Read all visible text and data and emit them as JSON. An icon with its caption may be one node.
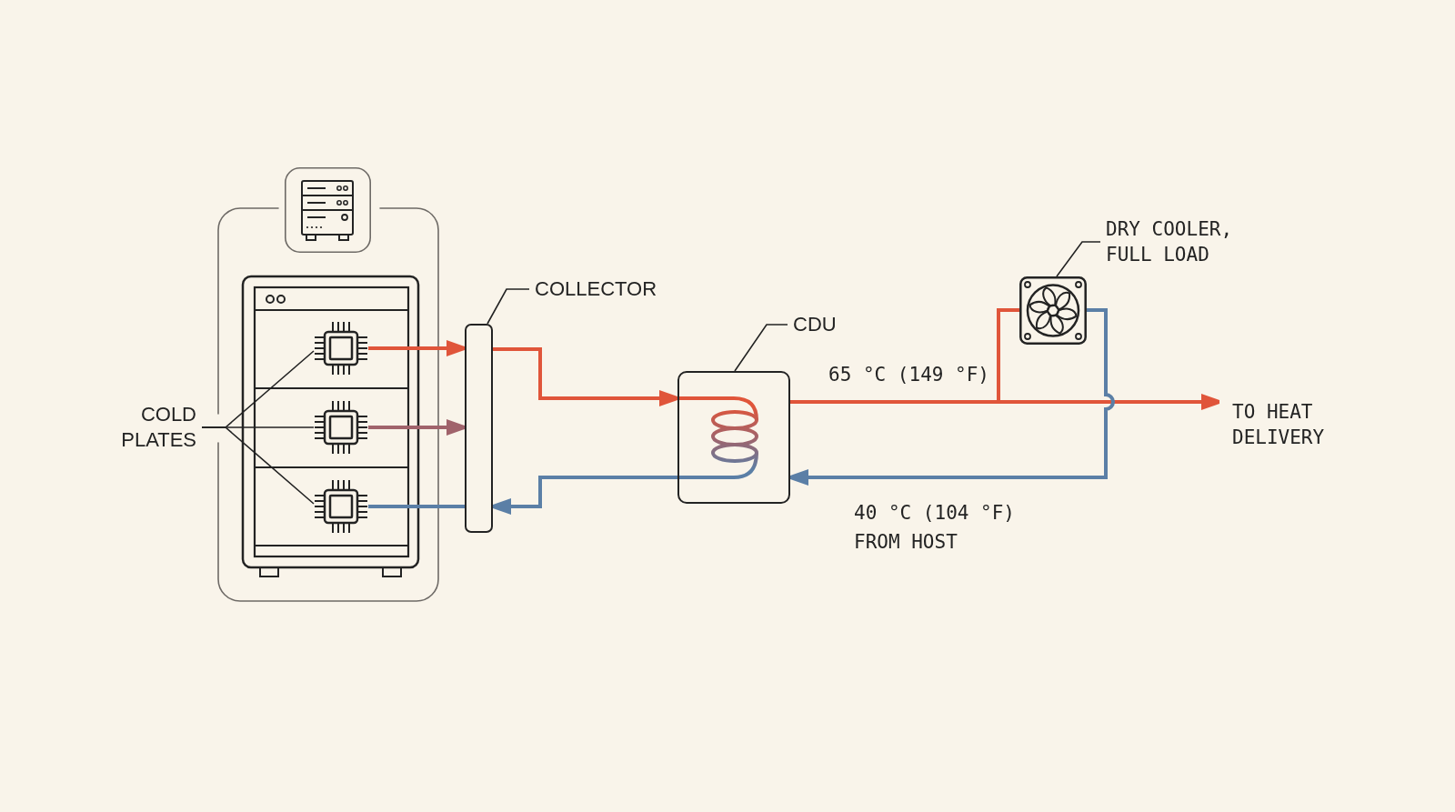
{
  "diagram": {
    "nodes": [
      {
        "text": [
          "COLD PLATES"
        ]
      },
      {
        "text": [],
        "shape": "picture"
      },
      {
        "text": [],
        "shape": "picture"
      },
      {
        "text": [],
        "shape": "picture"
      },
      {
        "text": [],
        "shape": "bar"
      },
      {
        "text": [
          "COLLECTOR"
        ]
      },
      {
        "text": [],
        "shape": "box"
      },
      {
        "text": [
          "CDU"
        ]
      },
      {
        "text": [],
        "shape": "picture"
      },
      {
        "text": [
          "DRY COOLER, FULL LOAD"
        ]
      },
      {
        "text": [
          "TO HEAT DELIVERY"
        ]
      }
    ],
    "edges": [
      {
        "from": 1,
        "to": 4,
        "arrow": "to",
        "color": "#e0553a"
      },
      {
        "from": 2,
        "to": 4,
        "arrow": "to",
        "color": "#a0636b"
      },
      {
        "from": 4,
        "to": 3,
        "arrow": "none",
        "color": "#5b7fa6"
      },
      {
        "from": 4,
        "to": 6,
        "arrow": "to",
        "color": "#e0553a"
      },
      {
        "from": 6,
        "to": 10,
        "arrow": "to",
        "label": "65 °C (149 °F)",
        "color": "#e0553a"
      },
      {
        "from": 6,
        "to": 8,
        "arrow": "none",
        "color": "#e0553a"
      },
      {
        "from": 8,
        "to": 6,
        "arrow": "to",
        "label": "40 °C (104 °F) FROM HOST",
        "color": "#5b7fa6"
      },
      {
        "from": 6,
        "to": 4,
        "arrow": "to",
        "color": "#5b7fa6"
      },
      {
        "from": 0,
        "to": 1,
        "arrow": "none"
      },
      {
        "from": 0,
        "to": 2,
        "arrow": "none"
      },
      {
        "from": 0,
        "to": 3,
        "arrow": "none"
      },
      {
        "from": 5,
        "to": 4,
        "arrow": "none"
      },
      {
        "from": 7,
        "to": 6,
        "arrow": "none"
      },
      {
        "from": 9,
        "to": 8,
        "arrow": "none"
      }
    ]
  }
}
